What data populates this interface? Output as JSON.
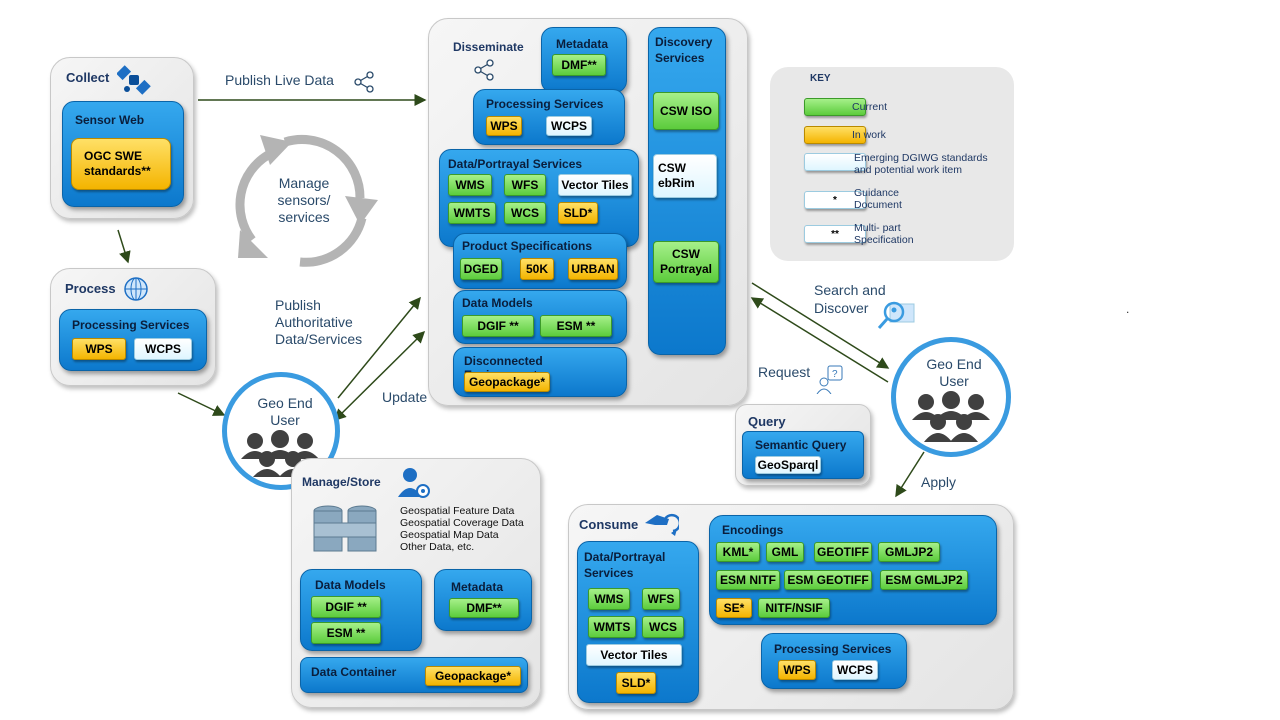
{
  "collect": {
    "title": "Collect",
    "sensor_web": "Sensor Web",
    "ogc_swe": "OGC SWE standards**"
  },
  "process": {
    "title": "Process",
    "processing_services": "Processing Services",
    "wps": "WPS",
    "wcps": "WCPS"
  },
  "arrows": {
    "publish_live": "Publish Live Data",
    "manage_sensors": "Manage sensors/ services",
    "publish_auth": "Publish Authoritative Data/Services",
    "update": "Update",
    "search_discover": "Search and Discover",
    "request": "Request",
    "apply": "Apply"
  },
  "geo_user_left": "Geo End User",
  "geo_user_right": "Geo End User",
  "disseminate": {
    "title": "Disseminate",
    "metadata": "Metadata",
    "dmf": "DMF**",
    "processing_services": "Processing Services",
    "wps": "WPS",
    "wcps": "WCPS",
    "data_portrayal": "Data/Portrayal Services",
    "wms": "WMS",
    "wfs": "WFS",
    "vector_tiles": "Vector Tiles",
    "wmts": "WMTS",
    "wcs": "WCS",
    "sld": "SLD*",
    "product_specs": "Product Specifications",
    "dged": "DGED",
    "k50": "50K",
    "urban": "URBAN",
    "data_models": "Data Models",
    "dgif": "DGIF **",
    "esm": "ESM **",
    "disconnected": "Disconnected Environments",
    "geopackage": "Geopackage*"
  },
  "discovery": {
    "title": "Discovery Services",
    "csw_iso": "CSW ISO",
    "csw_ebrim": "CSW ebRim",
    "csw_portrayal": "CSW Portrayal"
  },
  "key": {
    "title": "KEY",
    "current": "Current",
    "in_work": "In work",
    "emerging": "Emerging DGIWG standards and potential work item",
    "guidance_mark": "*",
    "guidance": "Guidance Document",
    "multipart_mark": "**",
    "multipart": "Multi- part Specification"
  },
  "query": {
    "title": "Query",
    "semantic_query": "Semantic Query",
    "geosparql": "GeoSparql"
  },
  "manage": {
    "title": "Manage/Store",
    "data_list": [
      "Geospatial Feature Data",
      "Geospatial Coverage Data",
      "Geospatial Map Data",
      "Other Data, etc."
    ],
    "data_models": "Data Models",
    "dgif": "DGIF **",
    "esm": "ESM **",
    "metadata": "Metadata",
    "dmf": "DMF**",
    "data_container": "Data Container",
    "geopackage": "Geopackage*"
  },
  "consume": {
    "title": "Consume",
    "data_portrayal": "Data/Portrayal Services",
    "wms": "WMS",
    "wfs": "WFS",
    "wmts": "WMTS",
    "wcs": "WCS",
    "vector_tiles": "Vector Tiles",
    "sld": "SLD*",
    "encodings": "Encodings",
    "kml": "KML*",
    "gml": "GML",
    "geotiff": "GEOTIFF",
    "gmljp2": "GMLJP2",
    "esm_nitf": "ESM NITF",
    "esm_geotiff": "ESM GEOTIFF",
    "esm_gmljp2": "ESM GMLJP2",
    "se": "SE*",
    "nitf_nsif": "NITF/NSIF",
    "processing_services": "Processing Services",
    "wps": "WPS",
    "wcps": "WCPS"
  },
  "dot": "."
}
